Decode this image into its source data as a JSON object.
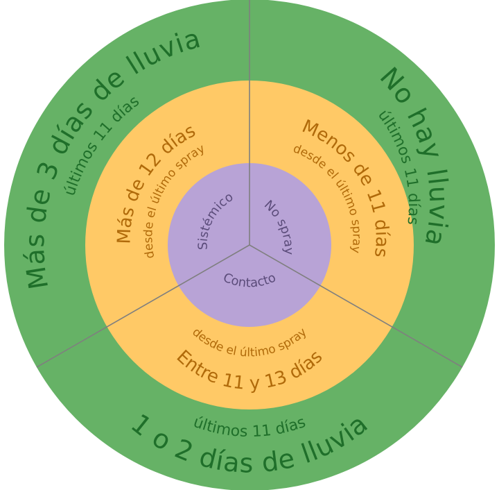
{
  "colors": {
    "outer_ring": "#66b266",
    "middle_ring": "#ffc966",
    "inner_circle": "#b8a3d6",
    "divider": "#7f7f7f"
  },
  "outer_ring": {
    "no_rain": {
      "main": "No hay lluvia",
      "sub": "últimos 11 días"
    },
    "more_than_3": {
      "main": "Más de 3 días de lluvia",
      "sub": "últimos 11 días"
    },
    "one_or_two": {
      "main": "1 o 2 días de lluvia",
      "sub": "últimos 11 días"
    }
  },
  "middle_ring": {
    "less_than_11": {
      "main": "Menos de 11 días",
      "sub": "desde el último spray"
    },
    "more_than_12": {
      "main": "Más de 12 días",
      "sub": "desde el último spray"
    },
    "between_11_13": {
      "main": "Entre 11 y 13 días",
      "sub": "desde el último spray"
    }
  },
  "inner_circle": {
    "no_spray": "No spray",
    "systemic": "Sistémico",
    "contact": "Contacto"
  }
}
